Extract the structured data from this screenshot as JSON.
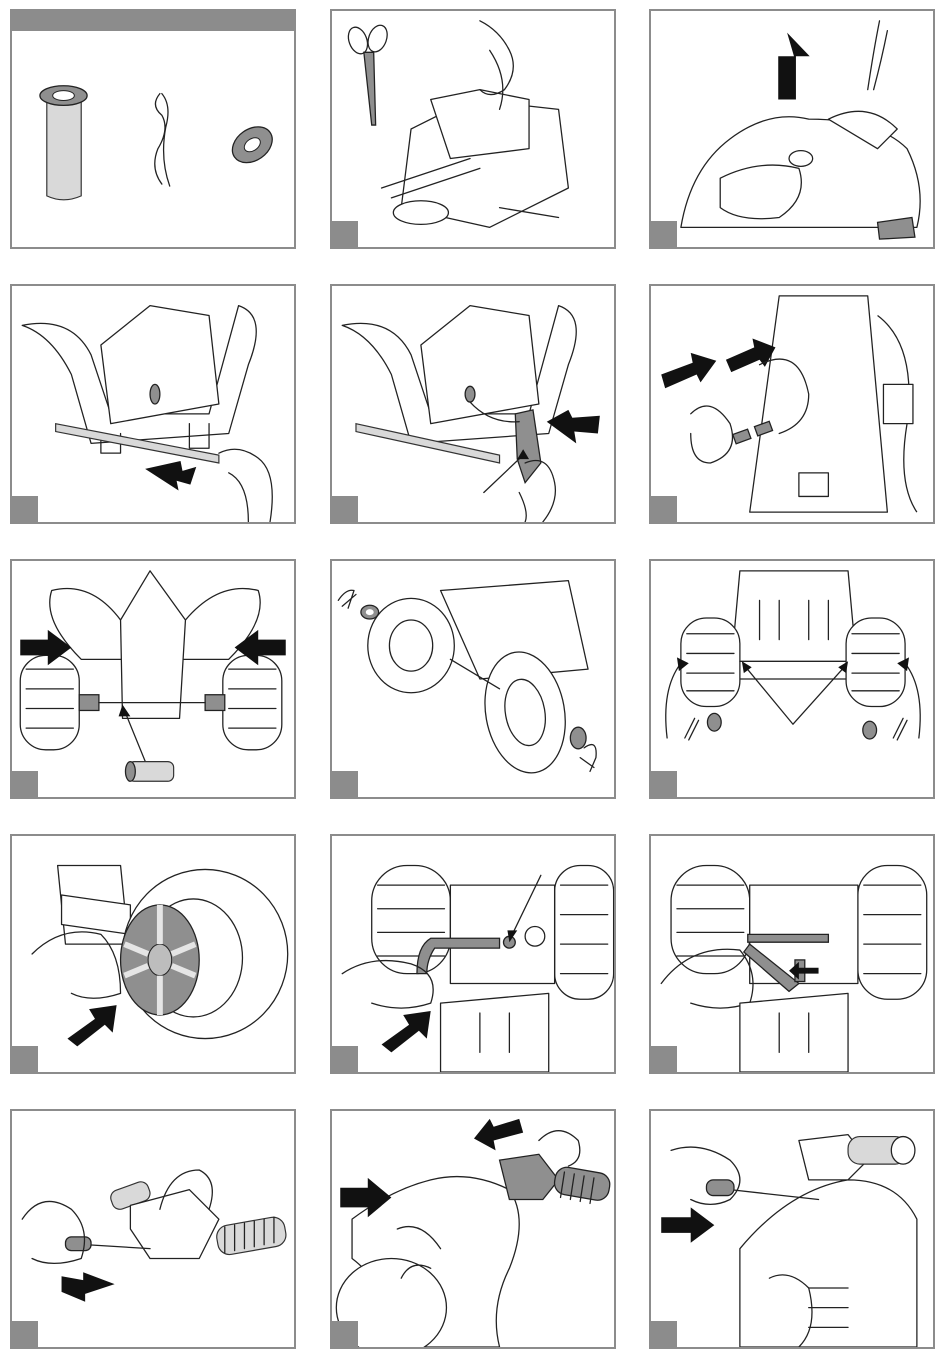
{
  "page": {
    "background": "#ffffff",
    "panel_border": "#8c8c8c",
    "step_marker_color": "#8c8c8c"
  },
  "panels": [
    {
      "id": "parts",
      "label": "",
      "icons": [
        "sleeve-bushing",
        "hairpin-cotter",
        "washer"
      ]
    },
    {
      "id": "cut-ties",
      "label": "",
      "icons": [
        "scissors",
        "hand"
      ]
    },
    {
      "id": "lift-seat",
      "label": "",
      "icons": [
        "up-arrow",
        "hand"
      ]
    },
    {
      "id": "insert-axle",
      "label": "",
      "icons": [
        "rod",
        "hand",
        "arrow"
      ]
    },
    {
      "id": "attach-motor",
      "label": "",
      "icons": [
        "motor",
        "hand",
        "arrow"
      ]
    },
    {
      "id": "connect-wires",
      "label": "",
      "icons": [
        "connector",
        "hands",
        "arrow"
      ]
    },
    {
      "id": "rear-wheels",
      "label": "",
      "icons": [
        "wheels",
        "bushing",
        "arrows"
      ]
    },
    {
      "id": "front-wheels",
      "label": "",
      "icons": [
        "wheels",
        "washer",
        "cotter"
      ]
    },
    {
      "id": "secure-wheels",
      "label": "",
      "icons": [
        "wheels",
        "cotter",
        "curved-arrows"
      ]
    },
    {
      "id": "hubcap",
      "label": "",
      "icons": [
        "hubcap",
        "hand",
        "arrow"
      ]
    },
    {
      "id": "steering-rod",
      "label": "",
      "icons": [
        "rod",
        "hand",
        "arrow"
      ]
    },
    {
      "id": "steering-pin",
      "label": "",
      "icons": [
        "pin",
        "hand"
      ]
    },
    {
      "id": "handlebar-screw",
      "label": "",
      "icons": [
        "screwdriver",
        "handlebar",
        "arrow"
      ]
    },
    {
      "id": "handlebar-attach",
      "label": "",
      "icons": [
        "handlebar",
        "hand",
        "arrows"
      ]
    },
    {
      "id": "handlebar-tighten",
      "label": "",
      "icons": [
        "screwdriver",
        "hand",
        "arrow"
      ]
    }
  ]
}
